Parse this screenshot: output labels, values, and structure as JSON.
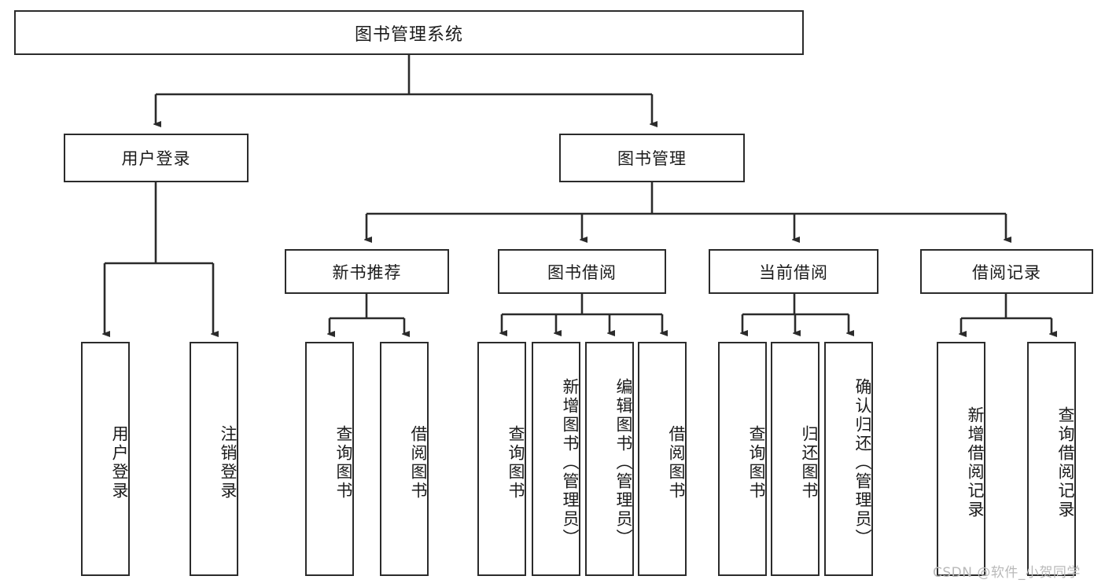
{
  "diagram": {
    "type": "tree-hierarchy",
    "title": "图书管理系统",
    "orientation": "top-down",
    "colors": {
      "box_border": "#2b2b2b",
      "box_fill": "#ffffff",
      "connector": "#2b2b2b",
      "watermark": "#b9b9b9",
      "background": "#ffffff"
    }
  },
  "root": {
    "label": "图书管理系统"
  },
  "level1": [
    {
      "label": "用户登录"
    },
    {
      "label": "图书管理"
    }
  ],
  "level2": [
    {
      "label": "新书推荐"
    },
    {
      "label": "图书借阅"
    },
    {
      "label": "当前借阅"
    },
    {
      "label": "借阅记录"
    }
  ],
  "leaves": {
    "user_login": [
      {
        "label": "用户登录"
      },
      {
        "label": "注销登录"
      }
    ],
    "new_book_recommend": [
      {
        "label": "查询图书"
      },
      {
        "label": "借阅图书"
      }
    ],
    "book_borrow": [
      {
        "label": "查询图书"
      },
      {
        "label": "新增图书（管理员）"
      },
      {
        "label": "编辑图书（管理员）"
      },
      {
        "label": "借阅图书"
      }
    ],
    "current_borrow": [
      {
        "label": "查询图书"
      },
      {
        "label": "归还图书"
      },
      {
        "label": "确认归还（管理员）"
      }
    ],
    "borrow_record": [
      {
        "label": "新增借阅记录"
      },
      {
        "label": "查询借阅记录"
      }
    ]
  },
  "watermark": {
    "text": "CSDN @软件_小贺同学"
  }
}
